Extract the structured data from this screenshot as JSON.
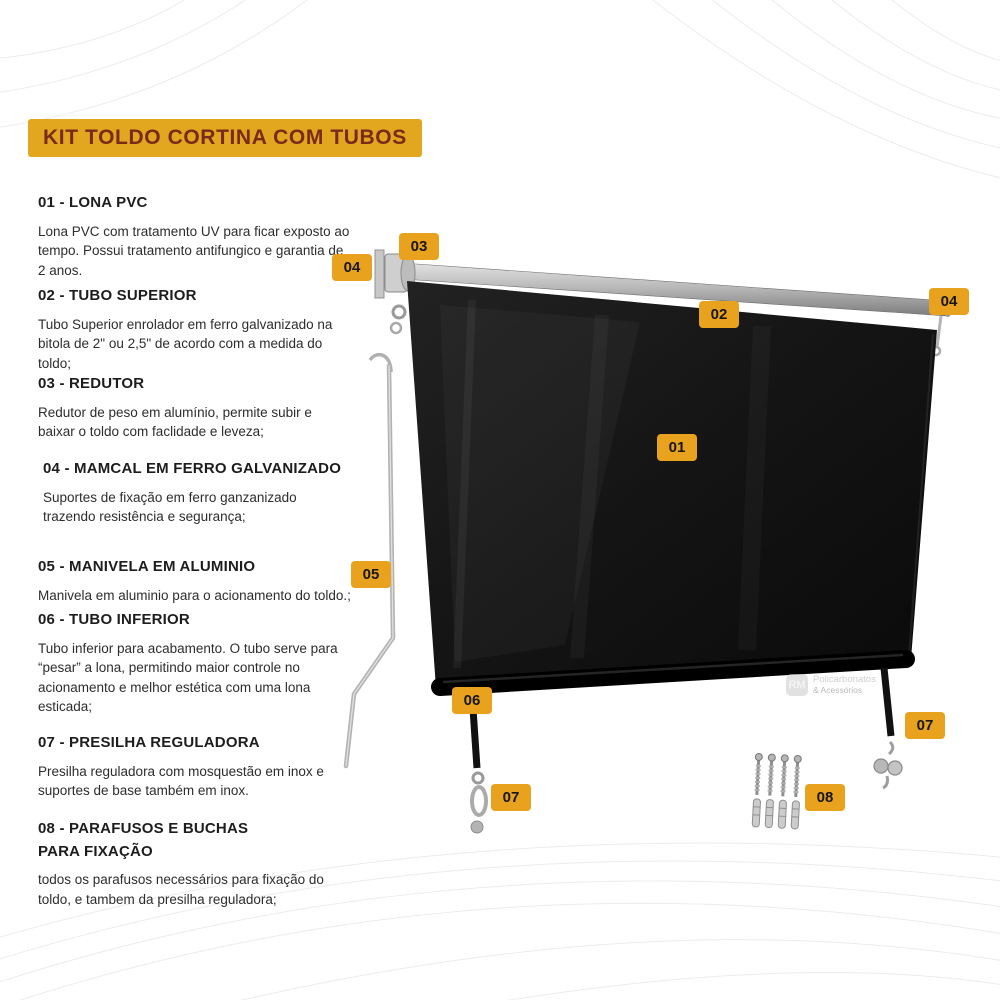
{
  "title": "KIT TOLDO CORTINA COM TUBOS",
  "sections": [
    {
      "heading": "01 - LONA PVC",
      "body": "Lona PVC com tratamento UV para ficar exposto ao tempo. Possui tratamento antifungico e garantia de 2 anos."
    },
    {
      "heading": "02 - TUBO SUPERIOR",
      "body": "Tubo Superior enrolador em ferro galvanizado na bitola de 2\" ou 2,5\" de acordo com a medida do toldo;"
    },
    {
      "heading": "03 - REDUTOR",
      "body": "Redutor de peso em alumínio, permite subir e baixar o toldo com faclidade e leveza;"
    },
    {
      "heading": "04 - MAMCAL  EM FERRO GALVANIZADO",
      "body": "Suportes de fixação em ferro ganzanizado trazendo resistência e segurança;"
    },
    {
      "heading": "05 - MANIVELA EM ALUMINIO",
      "body": "Manivela em aluminio para o acionamento do toldo.;"
    },
    {
      "heading": "06 - TUBO INFERIOR",
      "body": "Tubo inferior para acabamento. O tubo serve para “pesar” a lona, permitindo maior controle no acionamento e melhor estética com uma lona esticada;"
    },
    {
      "heading": "07 - PRESILHA REGULADORA",
      "body": "Presilha reguladora com mosquestão em inox e suportes de base também em inox."
    },
    {
      "heading": "08 - PARAFUSOS E BUCHAS PARA FIXAÇÃO",
      "body": "todos os parafusos necessários para fixação do toldo, e tambem da presilha reguladora;"
    }
  ],
  "markers": [
    {
      "label": "03"
    },
    {
      "label": "04"
    },
    {
      "label": "02"
    },
    {
      "label": "04"
    },
    {
      "label": "01"
    },
    {
      "label": "05"
    },
    {
      "label": "06"
    },
    {
      "label": "07"
    },
    {
      "label": "07"
    },
    {
      "label": "08"
    }
  ],
  "watermark": {
    "logo": "RM",
    "line1": "Policarbonatos",
    "line2": "& Acessórios"
  },
  "colors": {
    "badge": "#E8A21D",
    "title_bg": "#E2A71E",
    "title_text": "#7B2A1A",
    "tarp": "#141414"
  }
}
